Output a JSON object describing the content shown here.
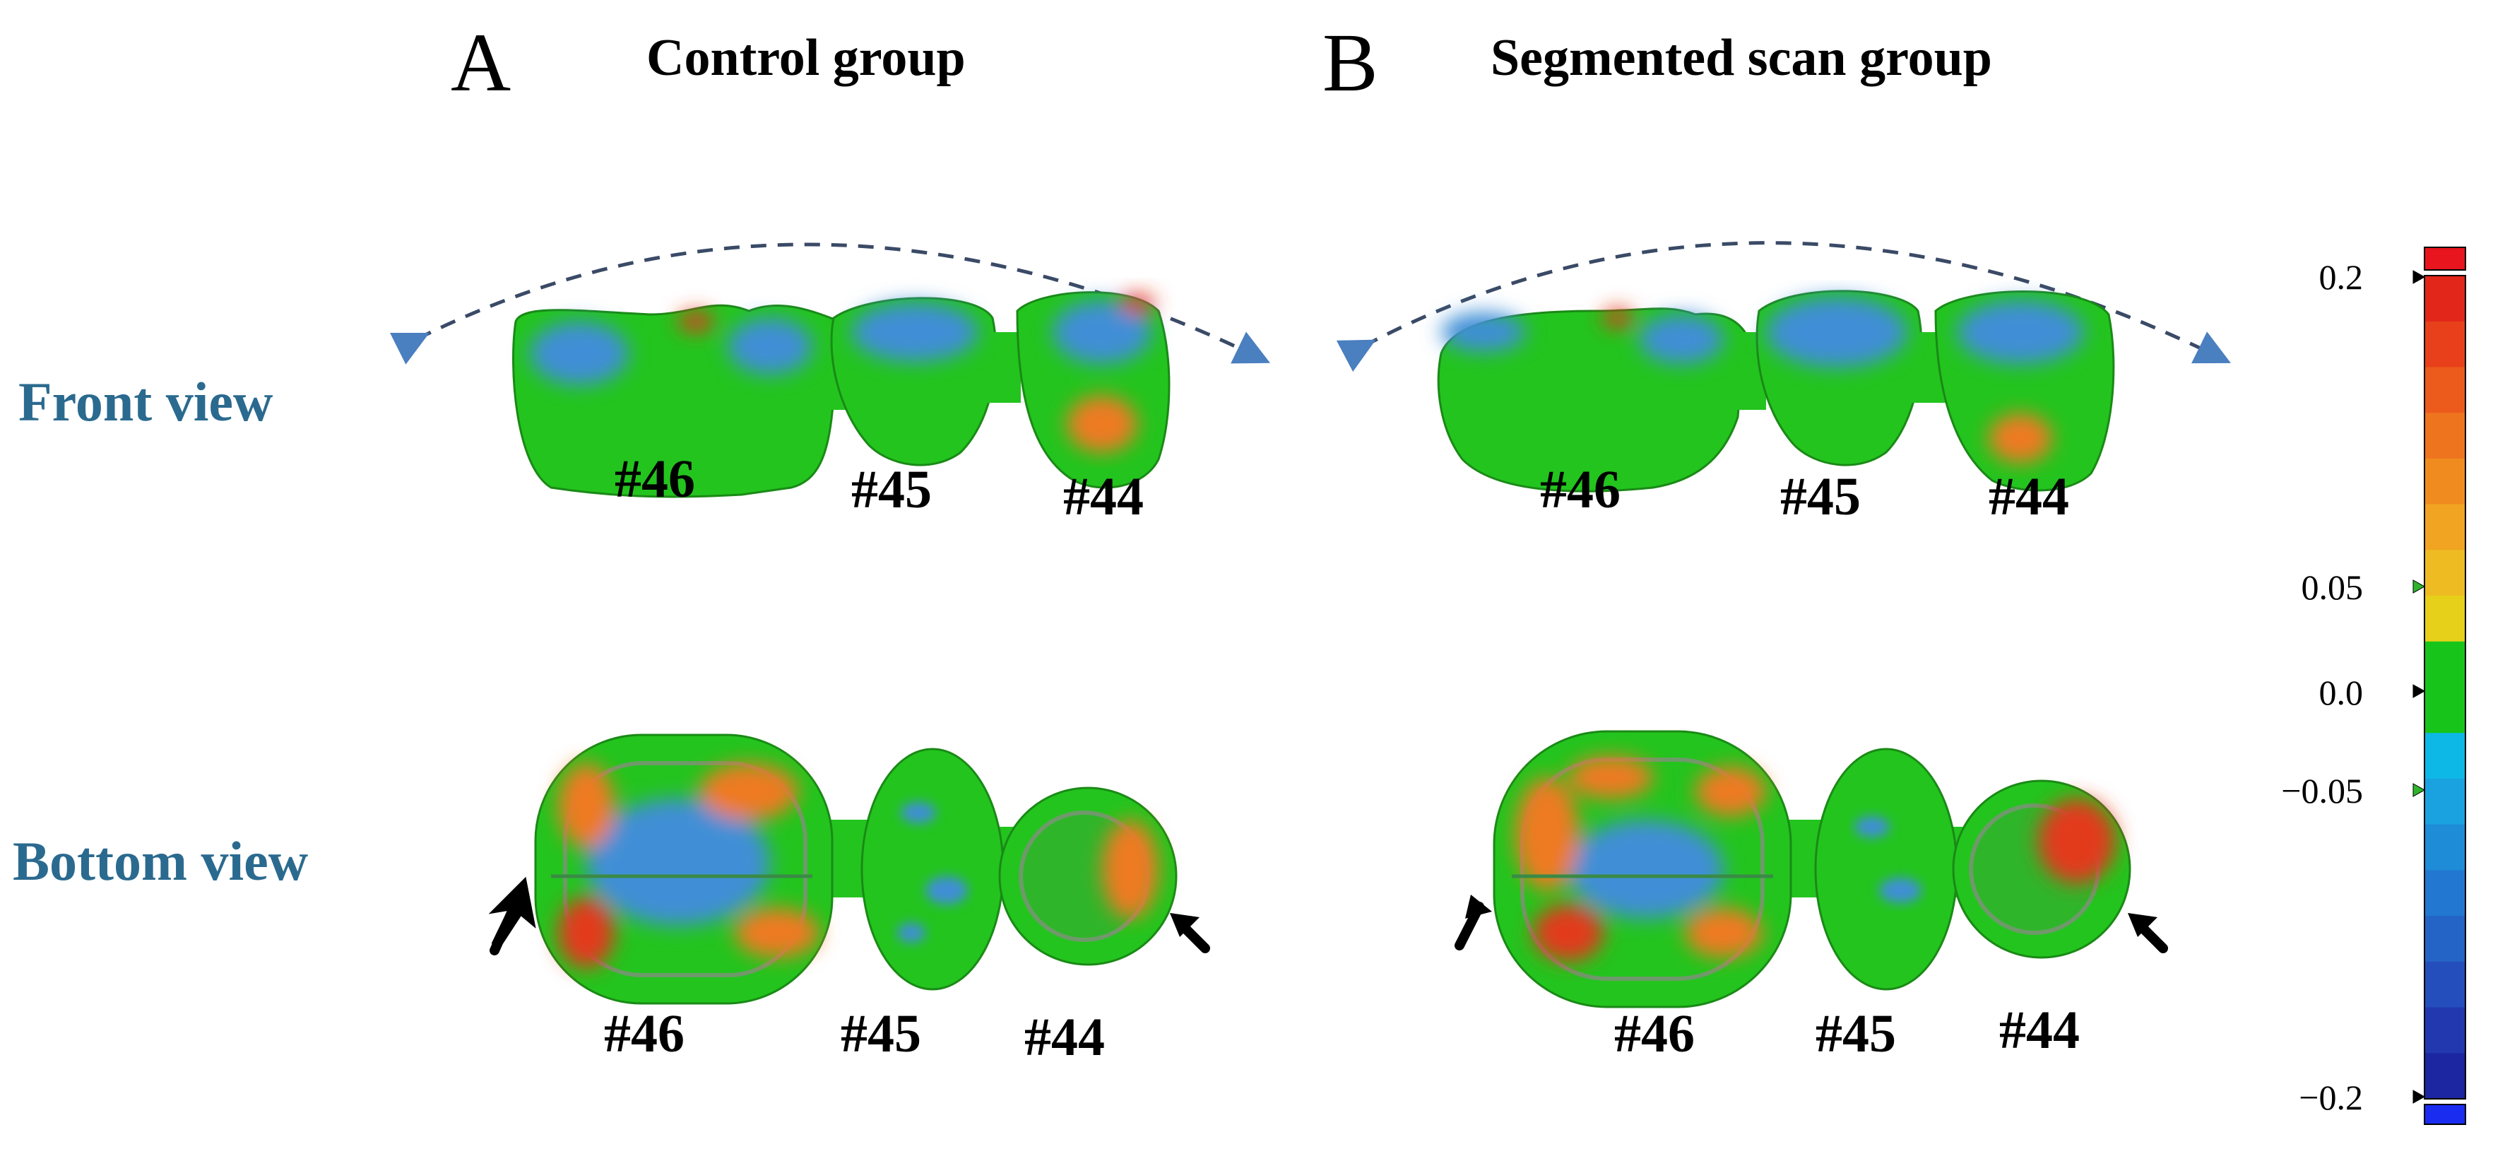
{
  "panels": [
    {
      "letter": "A",
      "title": "Control group"
    },
    {
      "letter": "B",
      "title": "Segmented scan group"
    }
  ],
  "rows": {
    "front": "Front view",
    "bottom": "Bottom view"
  },
  "tooth_labels": [
    "#46",
    "#45",
    "#44"
  ],
  "colorbar": {
    "labels": [
      "0.2",
      "0.05",
      "0.0",
      "−0.05",
      "−0.2"
    ],
    "colors": [
      "#e22619",
      "#e8401a",
      "#ec5a1c",
      "#ee741e",
      "#f08c1f",
      "#f0a421",
      "#eebc22",
      "#e6d019",
      "#17c51a",
      "#17c51a",
      "#0db8e6",
      "#1aa2e0",
      "#1f8cd8",
      "#2278d0",
      "#2464c6",
      "#244ebc",
      "#2238ae",
      "#1c26a0"
    ],
    "over_color": "#e8141e",
    "under_color": "#1a2cf0"
  },
  "colors": {
    "row_label": "#2b6a8f",
    "arrow_dashed": "#3a4a66",
    "arrow_head": "#4a7fc0",
    "surface_green": "#23c41e",
    "surface_blue": "#3f8fd6",
    "surface_orange": "#ee7a22",
    "surface_red": "#e23a1c"
  }
}
